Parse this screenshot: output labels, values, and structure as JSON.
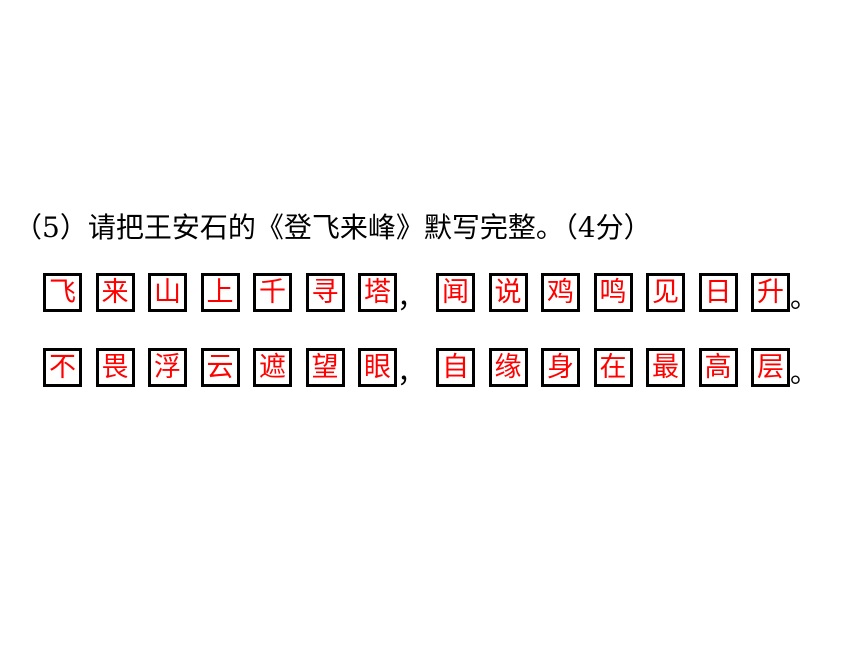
{
  "question": {
    "text": "（5）请把王安石的《登飞来峰》默写完整。（4分）"
  },
  "poem": {
    "line1": {
      "part1": [
        "飞",
        "来",
        "山",
        "上",
        "千",
        "寻",
        "塔"
      ],
      "comma": "，",
      "part2": [
        "闻",
        "说",
        "鸡",
        "鸣",
        "见",
        "日",
        "升"
      ],
      "end": "。"
    },
    "line2": {
      "part1": [
        "不",
        "畏",
        "浮",
        "云",
        "遮",
        "望",
        "眼"
      ],
      "comma": "，",
      "part2": [
        "自",
        "缘",
        "身",
        "在",
        "最",
        "高",
        "层"
      ],
      "end": "。"
    }
  },
  "colors": {
    "answer_text": "#ff0000",
    "box_border": "#000000",
    "question_text": "#000000"
  }
}
